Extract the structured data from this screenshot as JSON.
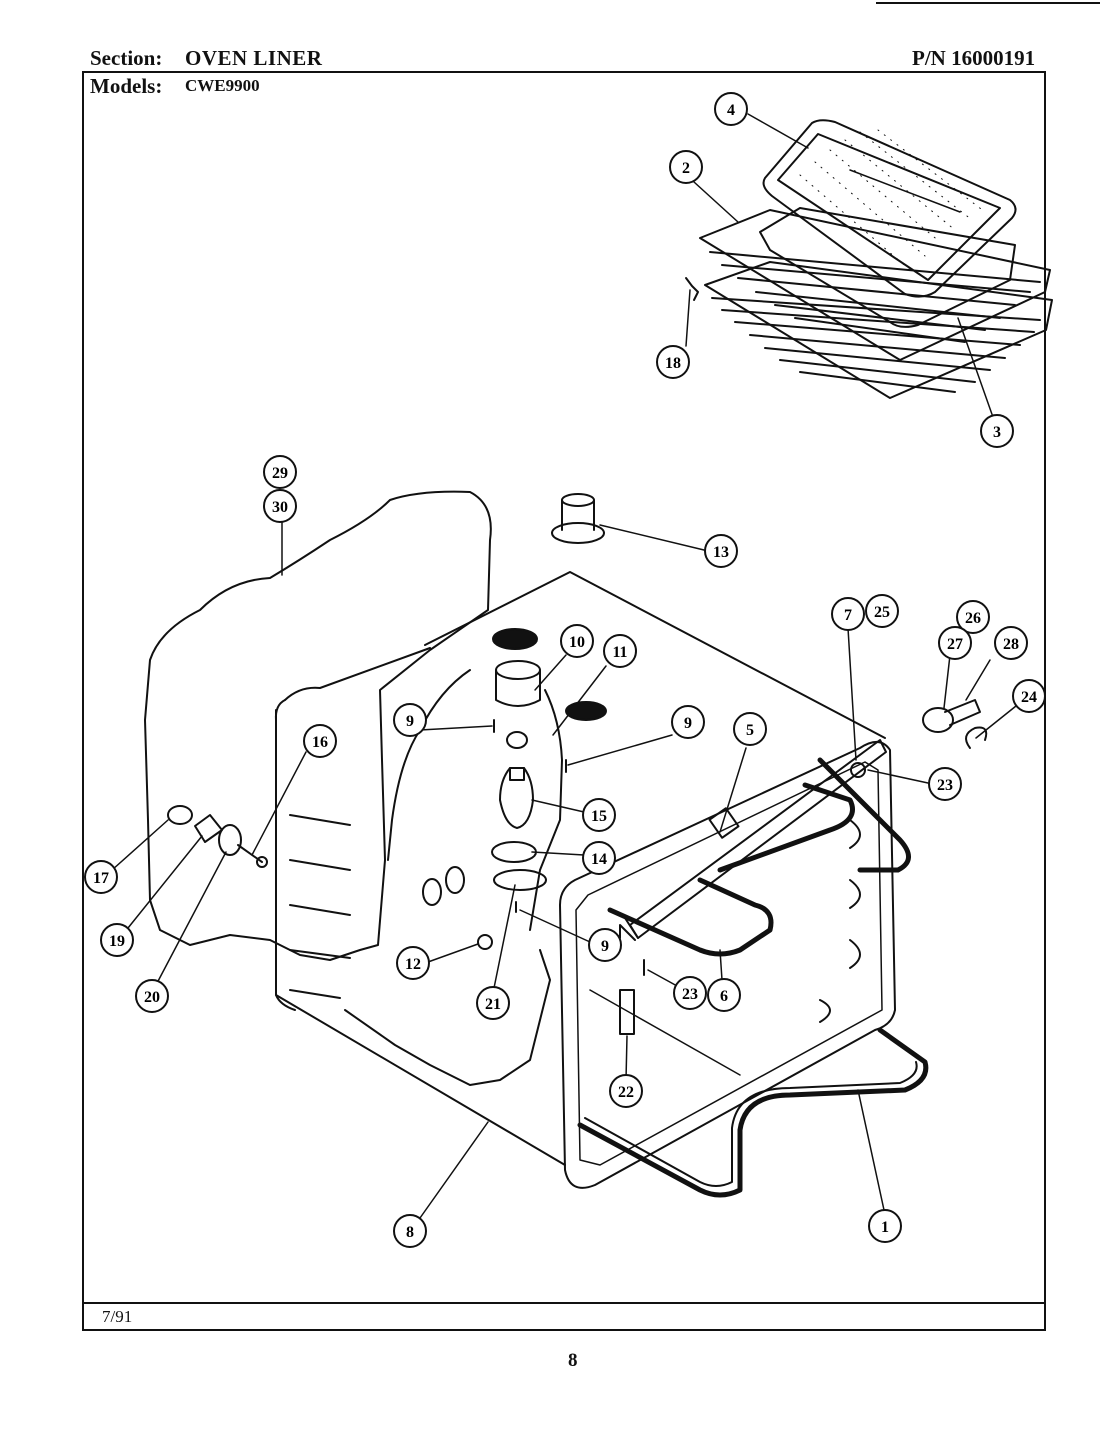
{
  "header": {
    "section_label": "Section:",
    "section_value": "OVEN LINER",
    "part_number": "P/N 16000191",
    "models_label": "Models:",
    "models_value": "CWE9900"
  },
  "footer": {
    "date": "7/91",
    "page_number": "8"
  },
  "callouts": [
    {
      "id": "c1",
      "label": "1"
    },
    {
      "id": "c2",
      "label": "2"
    },
    {
      "id": "c3",
      "label": "3"
    },
    {
      "id": "c4",
      "label": "4"
    },
    {
      "id": "c5",
      "label": "5"
    },
    {
      "id": "c6",
      "label": "6"
    },
    {
      "id": "c7",
      "label": "7"
    },
    {
      "id": "c25",
      "label": "25"
    },
    {
      "id": "c8",
      "label": "8"
    },
    {
      "id": "c9a",
      "label": "9"
    },
    {
      "id": "c9b",
      "label": "9"
    },
    {
      "id": "c9c",
      "label": "9"
    },
    {
      "id": "c10",
      "label": "10"
    },
    {
      "id": "c11",
      "label": "11"
    },
    {
      "id": "c12",
      "label": "12"
    },
    {
      "id": "c13",
      "label": "13"
    },
    {
      "id": "c14",
      "label": "14"
    },
    {
      "id": "c15",
      "label": "15"
    },
    {
      "id": "c16",
      "label": "16"
    },
    {
      "id": "c17",
      "label": "17"
    },
    {
      "id": "c18",
      "label": "18"
    },
    {
      "id": "c19",
      "label": "19"
    },
    {
      "id": "c20",
      "label": "20"
    },
    {
      "id": "c21",
      "label": "21"
    },
    {
      "id": "c22",
      "label": "22"
    },
    {
      "id": "c23a",
      "label": "23"
    },
    {
      "id": "c23b",
      "label": "23"
    },
    {
      "id": "c24",
      "label": "24"
    },
    {
      "id": "c26",
      "label": "26"
    },
    {
      "id": "c27",
      "label": "27"
    },
    {
      "id": "c28",
      "label": "28"
    },
    {
      "id": "c29",
      "label": "29"
    },
    {
      "id": "c30",
      "label": "30"
    }
  ]
}
